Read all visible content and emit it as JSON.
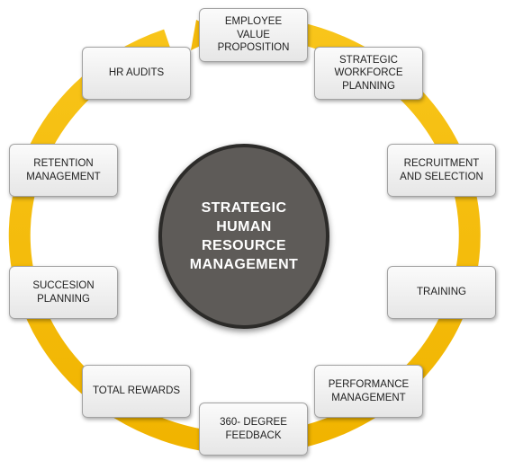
{
  "center": {
    "label": "STRATEGIC\nHUMAN\nRESOURCE\nMANAGEMENT"
  },
  "nodes": [
    {
      "key": "evp",
      "label": "EMPLOYEE\nVALUE\nPROPOSITION"
    },
    {
      "key": "swp",
      "label": "STRATEGIC\nWORKFORCE\nPLANNING"
    },
    {
      "key": "recruit",
      "label": "RECRUITMENT\nAND SELECTION"
    },
    {
      "key": "training",
      "label": "TRAINING"
    },
    {
      "key": "performance",
      "label": "PERFORMANCE\nMANAGEMENT"
    },
    {
      "key": "feedback",
      "label": "360- DEGREE\nFEEDBACK"
    },
    {
      "key": "rewards",
      "label": "TOTAL REWARDS"
    },
    {
      "key": "succession",
      "label": "SUCCESION\nPLANNING"
    },
    {
      "key": "retention",
      "label": "RETENTION\nMANAGEMENT"
    },
    {
      "key": "audits",
      "label": "HR AUDITS"
    }
  ],
  "colors": {
    "ring": "#f6be0f",
    "ring_dark": "#d89d00",
    "center_fill": "#5e5b58",
    "node_text": "#1f1f1f"
  }
}
